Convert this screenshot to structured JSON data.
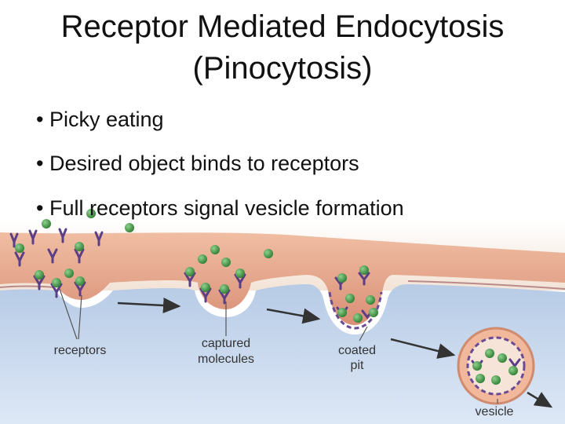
{
  "title": {
    "line1": "Receptor Mediated Endocytosis",
    "line2": "(Pinocytosis)"
  },
  "bullets": [
    "• Picky eating",
    "• Desired object binds to receptors",
    "• Full receptors signal vesicle formation"
  ],
  "figure": {
    "labels": {
      "receptors": "receptors",
      "captured_1": "captured",
      "captured_2": "molecules",
      "coated_1": "coated",
      "coated_2": "pit",
      "vesicle": "vesicle"
    },
    "colors": {
      "membrane_outer": "#e6a78c",
      "membrane_inner": "#cf8a72",
      "cytoplasm": "#c9d9ee",
      "extracellular": "#f6ece3",
      "receptor": "#5a3e86",
      "molecule": "#3c9a3c",
      "arrow": "#333333"
    }
  }
}
